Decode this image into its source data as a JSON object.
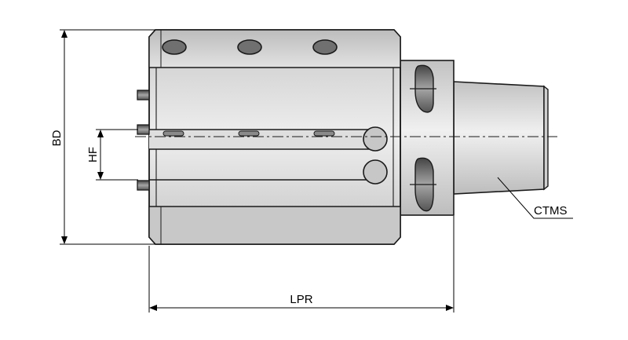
{
  "diagram": {
    "labels": {
      "overall_diameter": "BD",
      "height_offset": "HF",
      "length": "LPR",
      "shank": "CTMS"
    },
    "colors": {
      "outline": "#1a1a1a",
      "body_fill": "#d6d6d6",
      "body_highlight": "#efefef",
      "bolt_fill": "#6b6b6b",
      "dimension_line": "#000000"
    }
  }
}
